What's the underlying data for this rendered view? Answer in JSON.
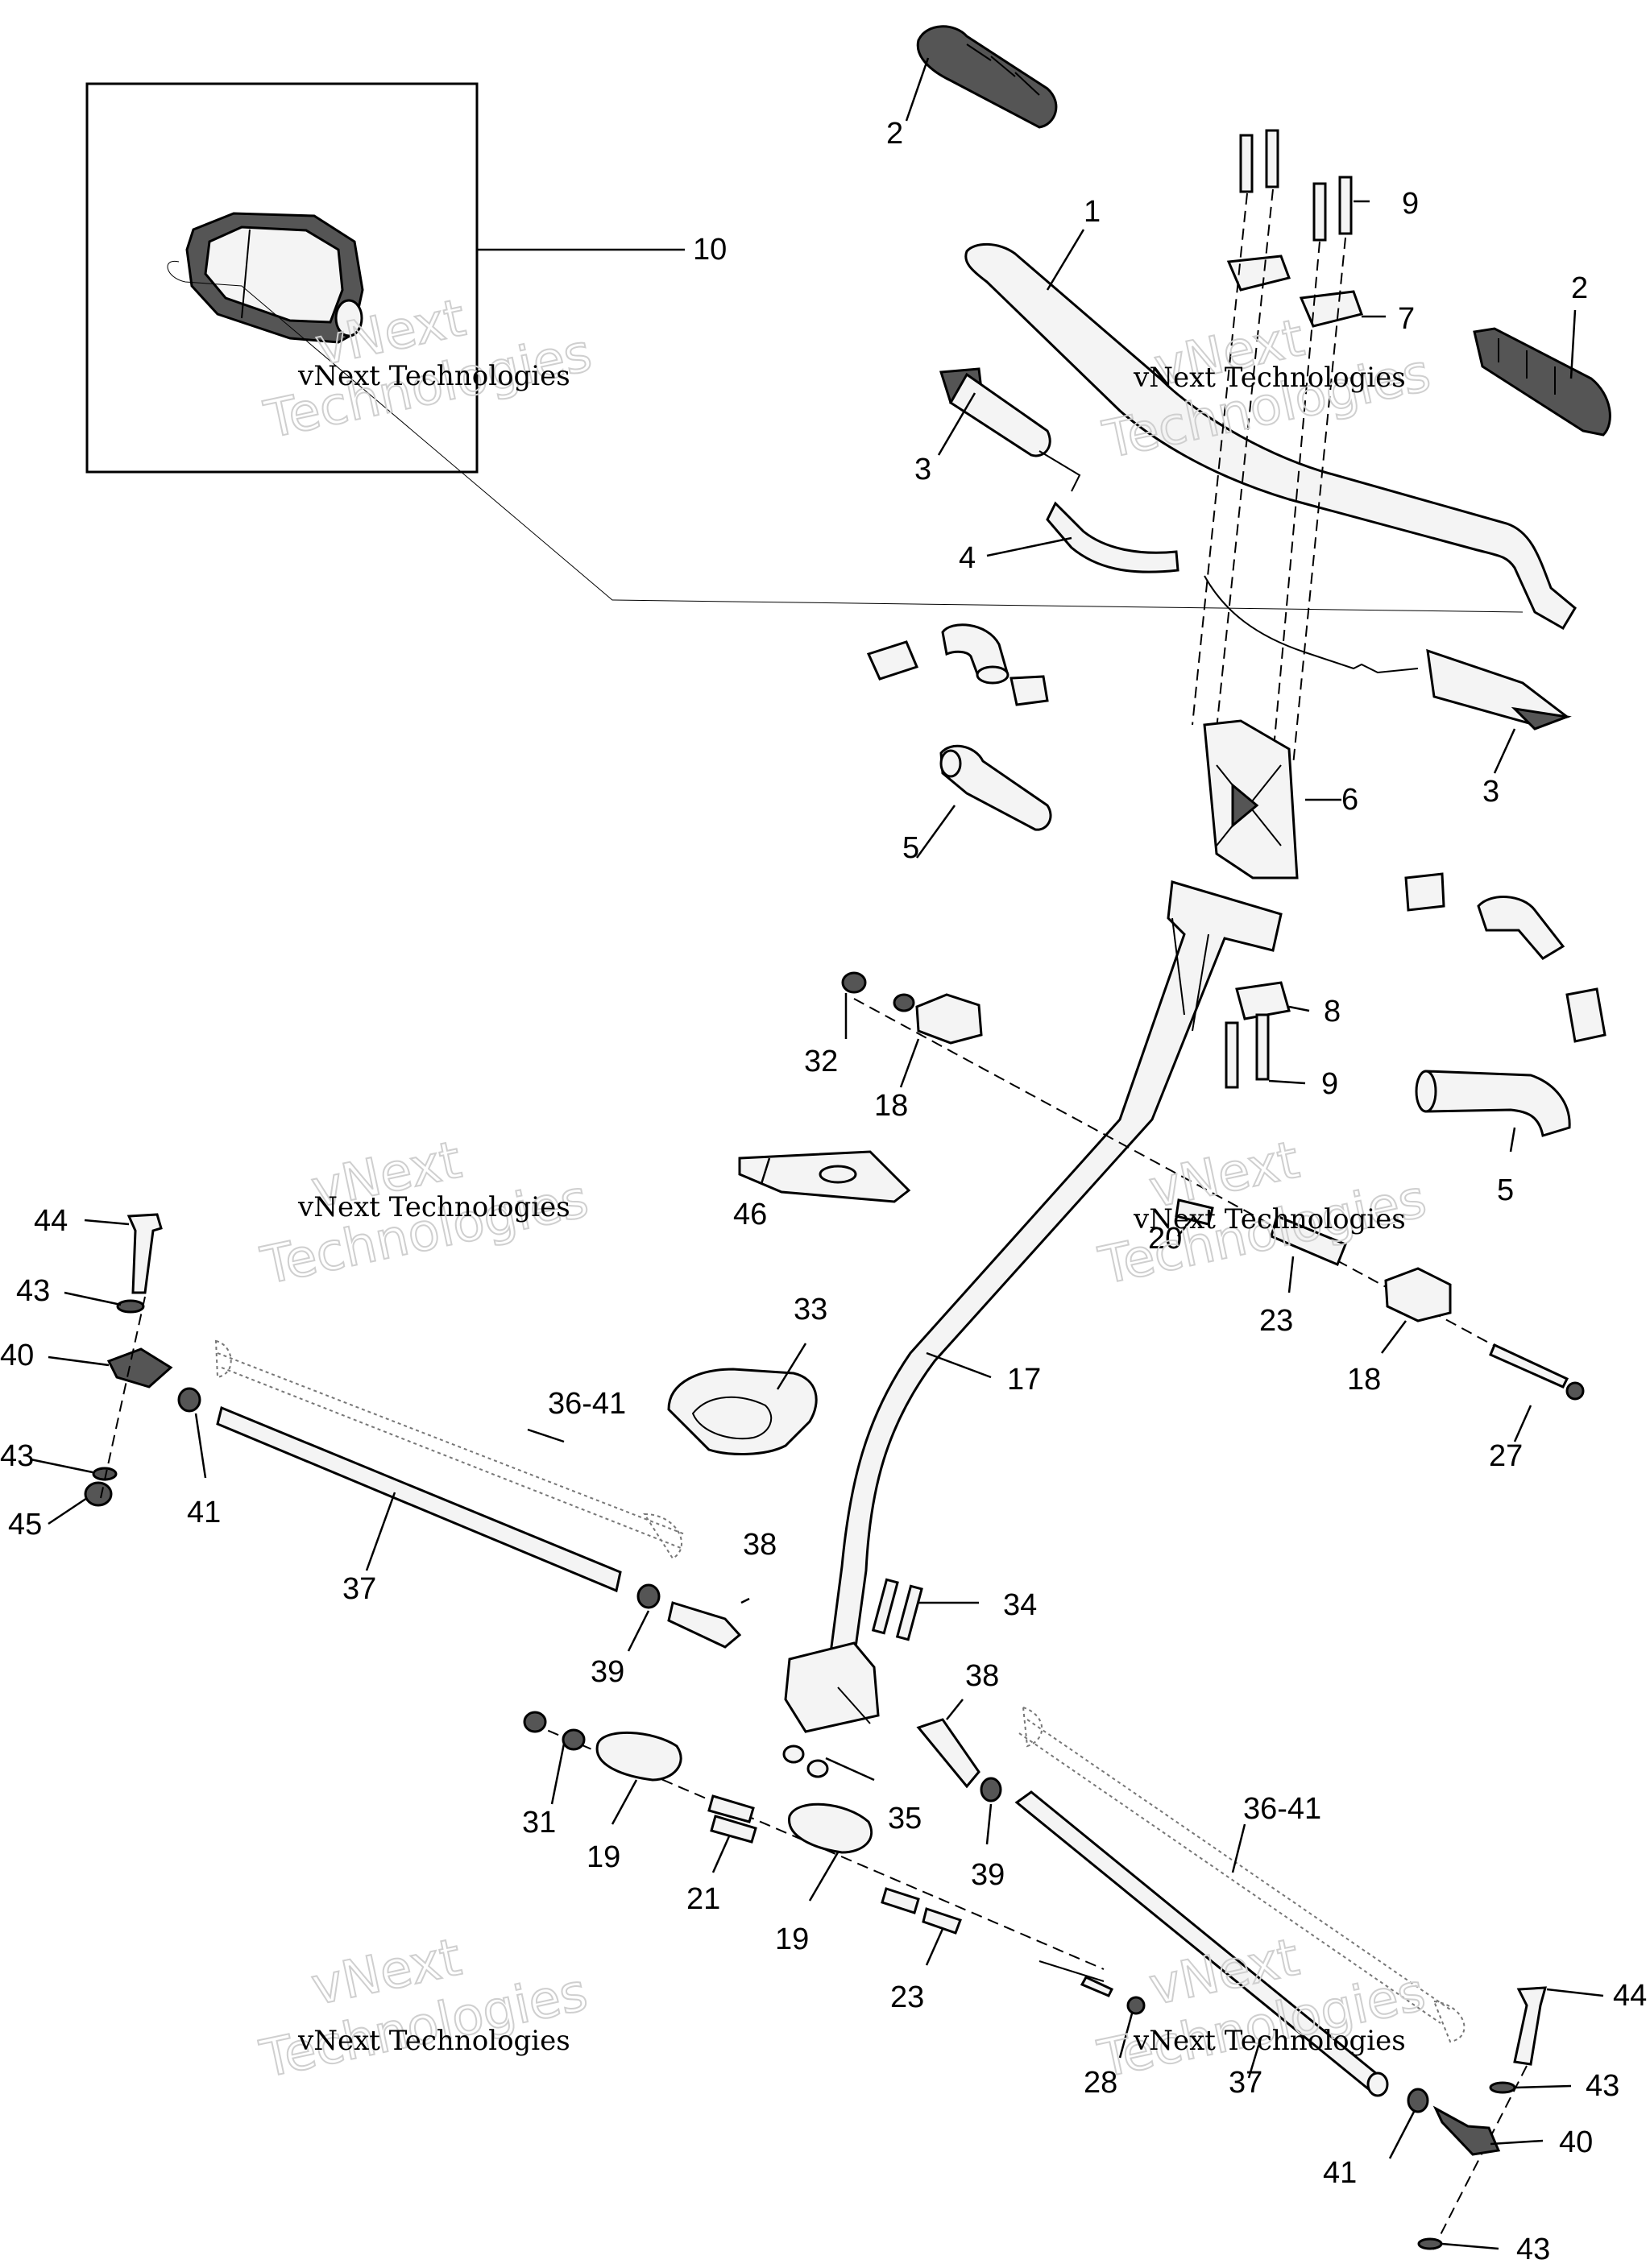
{
  "watermark": {
    "line1": "vNext",
    "line2": "Technologies",
    "inline": "vNext Technologies"
  },
  "callouts": {
    "c1": "1",
    "c2a": "2",
    "c2b": "2",
    "c3a": "3",
    "c3b": "3",
    "c4": "4",
    "c5a": "5",
    "c5b": "5",
    "c6": "6",
    "c7": "7",
    "c8": "8",
    "c9a": "9",
    "c9b": "9",
    "c10": "10",
    "c17": "17",
    "c18a": "18",
    "c18b": "18",
    "c19a": "19",
    "c19b": "19",
    "c20": "20",
    "c21": "21",
    "c23a": "23",
    "c23b": "23",
    "c27": "27",
    "c28": "28",
    "c31": "31",
    "c32": "32",
    "c33": "33",
    "c34": "34",
    "c35": "35",
    "c36a": "36-41",
    "c36b": "36-41",
    "c37a": "37",
    "c37b": "37",
    "c38a": "38",
    "c38b": "38",
    "c39a": "39",
    "c39b": "39",
    "c40a": "40",
    "c40b": "40",
    "c41a": "41",
    "c41b": "41",
    "c43a": "43",
    "c43b": "43",
    "c43c": "43",
    "c43d": "43",
    "c44a": "44",
    "c44b": "44",
    "c45": "45",
    "c46": "46"
  }
}
